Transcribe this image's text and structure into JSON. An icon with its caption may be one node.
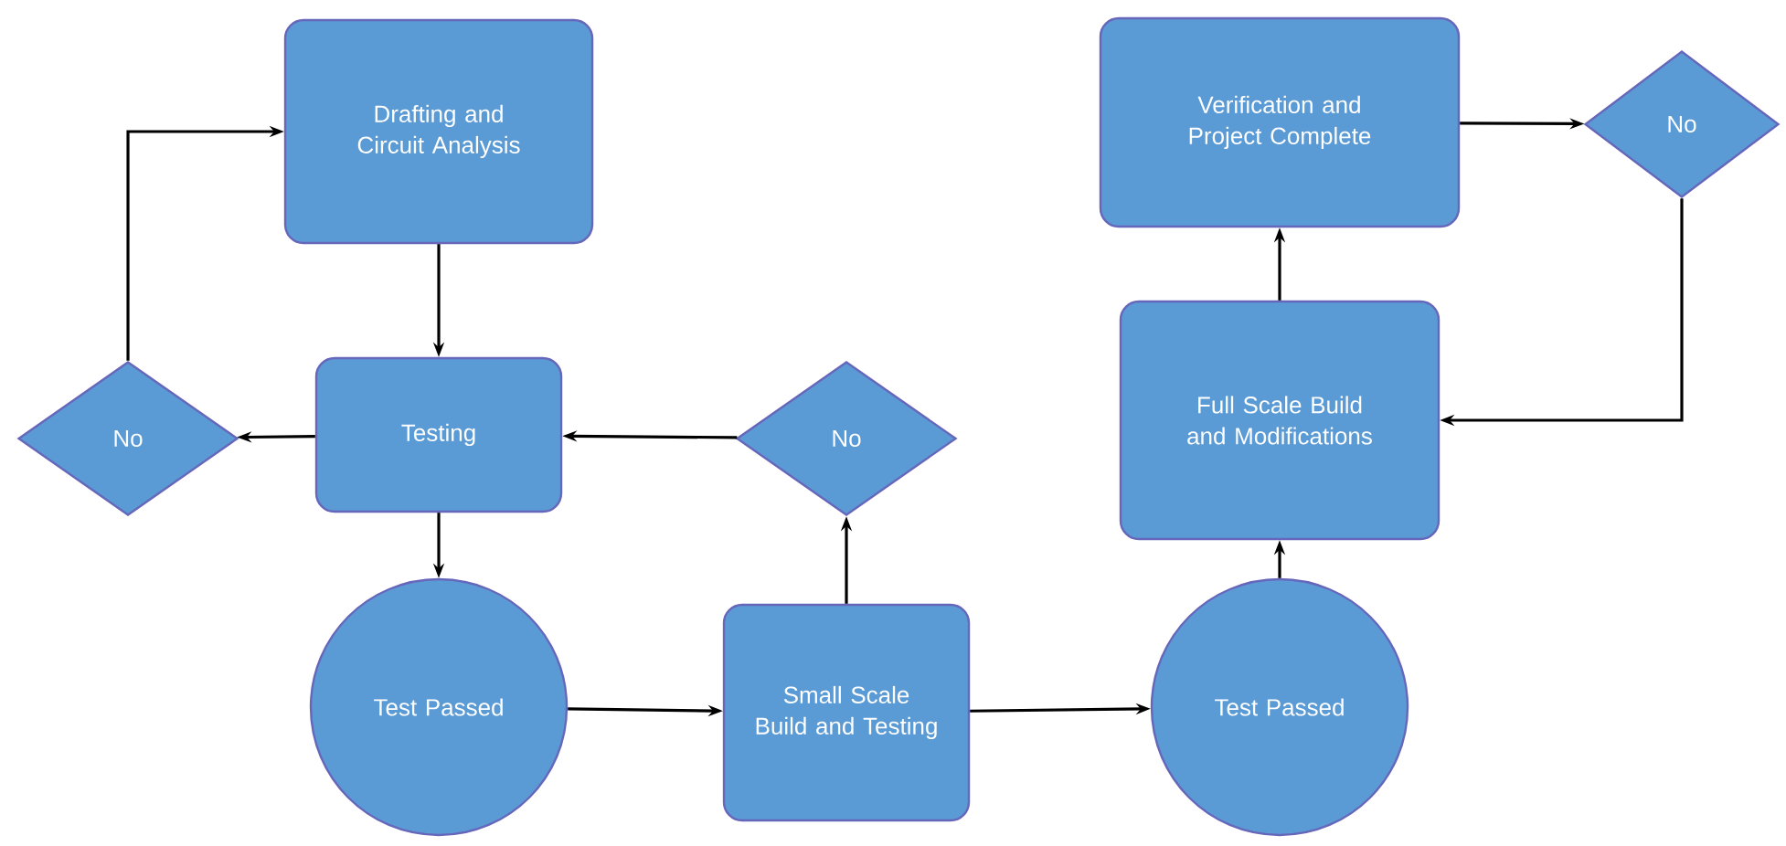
{
  "diagram": {
    "nodes": [
      {
        "text": [
          "Drafting and Circuit Analysis"
        ]
      },
      {
        "text": [
          "No"
        ]
      },
      {
        "text": [
          "Testing"
        ]
      },
      {
        "text": [
          "No"
        ]
      },
      {
        "text": [
          "Test Passed"
        ]
      },
      {
        "text": [
          "Small Scale Build and Testing"
        ]
      },
      {
        "text": [
          "Test Passed"
        ]
      },
      {
        "text": [
          "Full Scale Build and Modifications"
        ]
      },
      {
        "text": [
          "Verification and Project Complete"
        ]
      },
      {
        "text": [
          "No"
        ]
      }
    ],
    "edges": [
      {
        "from": 0,
        "to": 2,
        "arrow": "to"
      },
      {
        "from": 2,
        "to": 1,
        "arrow": "to"
      },
      {
        "from": 1,
        "to": 0,
        "arrow": "to"
      },
      {
        "from": 2,
        "to": 4,
        "arrow": "to"
      },
      {
        "from": 4,
        "to": 5,
        "arrow": "to"
      },
      {
        "from": 5,
        "to": 3,
        "arrow": "to"
      },
      {
        "from": 3,
        "to": 2,
        "arrow": "to"
      },
      {
        "from": 5,
        "to": 6,
        "arrow": "to"
      },
      {
        "from": 6,
        "to": 7,
        "arrow": "to"
      },
      {
        "from": 7,
        "to": 8,
        "arrow": "to"
      },
      {
        "from": 8,
        "to": 9,
        "arrow": "to"
      },
      {
        "from": 9,
        "to": 7,
        "arrow": "to"
      }
    ]
  }
}
